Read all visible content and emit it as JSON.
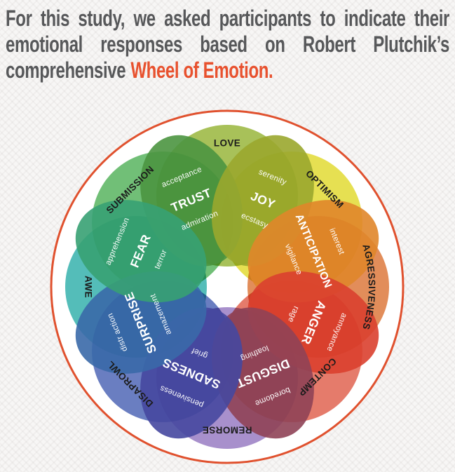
{
  "header": {
    "line1": "For this study, we asked participants to indicate their",
    "line2": "emotional responses based on Robert Plutchik’s",
    "line3_prefix": "comprehensive",
    "line3_highlight": "Wheel of Emotion.",
    "text_color": "#57585a",
    "highlight_color": "#e8512e"
  },
  "wheel": {
    "title": "Wheel of Emotion",
    "ring_color": "#e0512e",
    "disc_color": "#ffffff",
    "dyads": [
      {
        "label": "LOVE",
        "angle": 0,
        "color": "#a8c159"
      },
      {
        "label": "OPTIMISM",
        "angle": 45,
        "color": "#e6e052"
      },
      {
        "label": "AGRESSIVENESS",
        "angle": 90,
        "color": "#e28d5a"
      },
      {
        "label": "CONTEMP",
        "angle": 135,
        "color": "#e57b6b"
      },
      {
        "label": "REMORSE",
        "angle": 180,
        "color": "#a890cc"
      },
      {
        "label": "DISAPROWL",
        "angle": 225,
        "color": "#6a7ec1"
      },
      {
        "label": "AWE",
        "angle": 270,
        "color": "#54bdb9"
      },
      {
        "label": "SUBMISSION",
        "angle": 315,
        "color": "#71bf77"
      }
    ],
    "petals": [
      {
        "label": "TRUST",
        "mild": "acceptance",
        "intense": "admiration",
        "angle": 337.5,
        "color": "#4b9540"
      },
      {
        "label": "JOY",
        "mild": "serenity",
        "intense": "ecstasy",
        "angle": 22.5,
        "color": "#9aa72d"
      },
      {
        "label": "ANTICIPATION",
        "mild": "interest",
        "intense": "vigilance",
        "angle": 67.5,
        "color": "#e0862a"
      },
      {
        "label": "ANGER",
        "mild": "annoyance",
        "intense": "rage",
        "angle": 112.5,
        "color": "#da402f"
      },
      {
        "label": "DISGUST",
        "mild": "boredome",
        "intense": "loathing",
        "angle": 157.5,
        "color": "#8f4257"
      },
      {
        "label": "SADNESS",
        "mild": "pensiveness",
        "intense": "grief",
        "angle": 202.5,
        "color": "#4648a0"
      },
      {
        "label": "SURPRISE",
        "mild": "distr action",
        "intense": "amazement",
        "angle": 247.5,
        "color": "#3a69a9"
      },
      {
        "label": "FEAR",
        "mild": "apprehension",
        "intense": "terror",
        "angle": 292.5,
        "color": "#37a173"
      }
    ]
  }
}
